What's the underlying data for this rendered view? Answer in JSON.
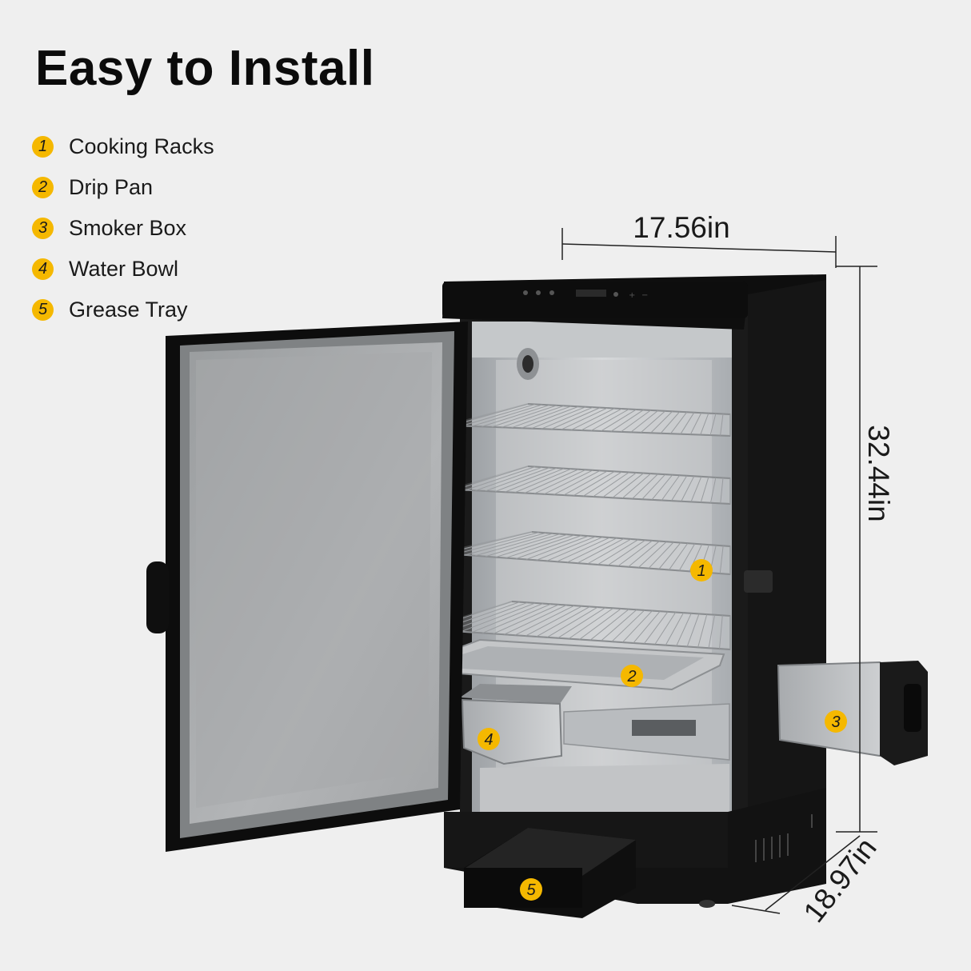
{
  "title": "Easy to Install",
  "parts": [
    {
      "number": "1",
      "label": "Cooking Racks"
    },
    {
      "number": "2",
      "label": "Drip Pan"
    },
    {
      "number": "3",
      "label": "Smoker Box"
    },
    {
      "number": "4",
      "label": "Water Bowl"
    },
    {
      "number": "5",
      "label": "Grease Tray"
    }
  ],
  "dimensions": {
    "width": "17.56in",
    "height": "32.44in",
    "depth": "18.97in"
  },
  "colors": {
    "badge": "#f5b800",
    "body": "#111111",
    "steel": "#b9bcbf"
  }
}
